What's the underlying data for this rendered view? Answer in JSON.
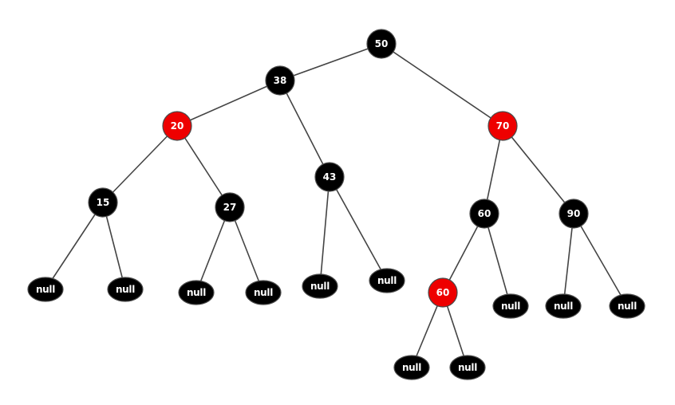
{
  "colors": {
    "black": "#000000",
    "red": "#ee0000",
    "edge": "#444444",
    "label": "#ffffff"
  },
  "tree": {
    "nodes": [
      {
        "id": "n50",
        "label": "50",
        "color": "black",
        "kind": "value"
      },
      {
        "id": "n38",
        "label": "38",
        "color": "black",
        "kind": "value"
      },
      {
        "id": "n70",
        "label": "70",
        "color": "red",
        "kind": "value"
      },
      {
        "id": "n20",
        "label": "20",
        "color": "red",
        "kind": "value"
      },
      {
        "id": "n43",
        "label": "43",
        "color": "black",
        "kind": "value"
      },
      {
        "id": "n15",
        "label": "15",
        "color": "black",
        "kind": "value"
      },
      {
        "id": "n27",
        "label": "27",
        "color": "black",
        "kind": "value"
      },
      {
        "id": "n60a",
        "label": "60",
        "color": "black",
        "kind": "value"
      },
      {
        "id": "n90",
        "label": "90",
        "color": "black",
        "kind": "value"
      },
      {
        "id": "n60b",
        "label": "60",
        "color": "red",
        "kind": "value"
      },
      {
        "id": "z1",
        "label": "null",
        "color": "black",
        "kind": "null"
      },
      {
        "id": "z2",
        "label": "null",
        "color": "black",
        "kind": "null"
      },
      {
        "id": "z3",
        "label": "null",
        "color": "black",
        "kind": "null"
      },
      {
        "id": "z4",
        "label": "null",
        "color": "black",
        "kind": "null"
      },
      {
        "id": "z5",
        "label": "null",
        "color": "black",
        "kind": "null"
      },
      {
        "id": "z6",
        "label": "null",
        "color": "black",
        "kind": "null"
      },
      {
        "id": "z7",
        "label": "null",
        "color": "black",
        "kind": "null"
      },
      {
        "id": "z8",
        "label": "null",
        "color": "black",
        "kind": "null"
      },
      {
        "id": "z9",
        "label": "null",
        "color": "black",
        "kind": "null"
      },
      {
        "id": "z10",
        "label": "null",
        "color": "black",
        "kind": "null"
      },
      {
        "id": "z11",
        "label": "null",
        "color": "black",
        "kind": "null"
      }
    ],
    "edges": [
      [
        "n50",
        "n38"
      ],
      [
        "n50",
        "n70"
      ],
      [
        "n38",
        "n20"
      ],
      [
        "n38",
        "n43"
      ],
      [
        "n20",
        "n15"
      ],
      [
        "n20",
        "n27"
      ],
      [
        "n15",
        "z1"
      ],
      [
        "n15",
        "z2"
      ],
      [
        "n27",
        "z3"
      ],
      [
        "n27",
        "z4"
      ],
      [
        "n43",
        "z5"
      ],
      [
        "n43",
        "z6"
      ],
      [
        "n70",
        "n60a"
      ],
      [
        "n70",
        "n90"
      ],
      [
        "n60a",
        "n60b"
      ],
      [
        "n60a",
        "z7"
      ],
      [
        "n60b",
        "z8"
      ],
      [
        "n60b",
        "z9"
      ],
      [
        "n90",
        "z10"
      ],
      [
        "n90",
        "z11"
      ]
    ]
  }
}
